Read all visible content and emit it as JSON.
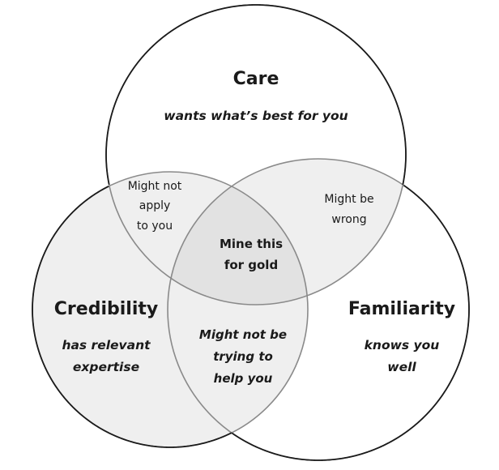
{
  "colors": {
    "background": "#ffffff",
    "stroke": "#1a1a1a",
    "overlap_stroke": "#8a8a8a",
    "fill_single": "#ffffff",
    "fill_double": "#efefef",
    "fill_triple": "#e2e2e2",
    "text": "#1a1a1a"
  },
  "sets": {
    "care": {
      "title": "Care",
      "subtitle": "wants what’s best for you"
    },
    "credibility": {
      "title": "Credibility",
      "subtitle_line1": "has relevant",
      "subtitle_line2": "expertise"
    },
    "familiarity": {
      "title": "Familiarity",
      "subtitle_line1": "knows you",
      "subtitle_line2": "well"
    }
  },
  "overlaps": {
    "care_credibility": {
      "line1": "Might not",
      "line2": "apply",
      "line3": "to you"
    },
    "care_familiarity": {
      "line1": "Might be",
      "line2": "wrong"
    },
    "credibility_familiarity": {
      "line1": "Might not be",
      "line2": "trying to",
      "line3": "help you"
    },
    "all_three": {
      "line1": "Mine this",
      "line2": "for gold"
    }
  }
}
